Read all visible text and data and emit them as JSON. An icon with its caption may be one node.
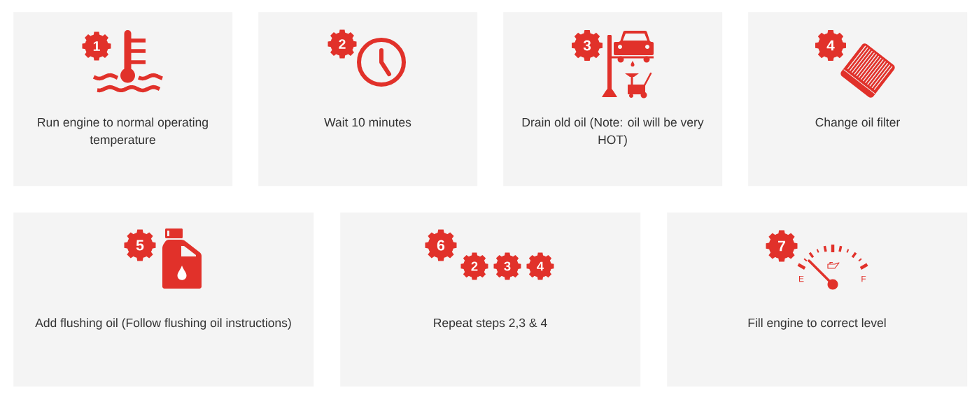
{
  "diagram": {
    "nodes": [
      {
        "text": [
          "Run engine to normal operating temperature"
        ]
      },
      {
        "text": [
          "1"
        ],
        "in": 0
      },
      {
        "text": [
          "Wait 10 minutes"
        ]
      },
      {
        "text": [
          "2"
        ],
        "in": 2
      },
      {
        "text": [
          "Drain old oil (Note: oil will be very HOT)"
        ]
      },
      {
        "text": [
          "3"
        ],
        "in": 4
      },
      {
        "text": [
          "Change oil filter"
        ]
      },
      {
        "text": [
          "4"
        ],
        "in": 6
      },
      {
        "text": [
          "Add flushing oil (Follow flushing oil instructions)"
        ]
      },
      {
        "text": [
          "5"
        ],
        "in": 8
      },
      {
        "text": [
          "Repeat steps 2,3 & 4"
        ]
      },
      {
        "text": [
          "6"
        ],
        "in": 10
      },
      {
        "text": [
          "2"
        ],
        "in": 10
      },
      {
        "text": [
          "3"
        ],
        "in": 10
      },
      {
        "text": [
          "4"
        ],
        "in": 10
      },
      {
        "text": [
          "Fill engine to correct level"
        ]
      },
      {
        "text": [
          "7"
        ],
        "in": 15
      }
    ],
    "labels": [
      "E",
      "F"
    ]
  }
}
